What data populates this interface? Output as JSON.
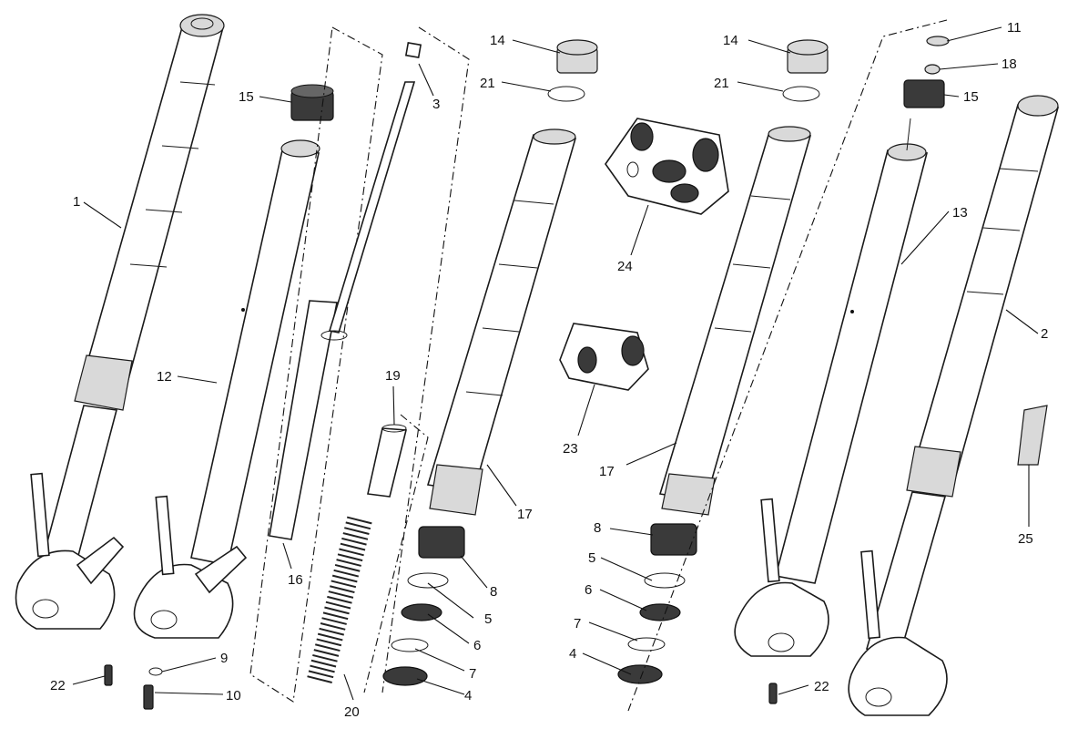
{
  "diagram": {
    "labels": {
      "l1": "1",
      "l2": "2",
      "l3": "3",
      "l4a": "4",
      "l4b": "4",
      "l5a": "5",
      "l5b": "5",
      "l6a": "6",
      "l6b": "6",
      "l7a": "7",
      "l7b": "7",
      "l8a": "8",
      "l8b": "8",
      "l9": "9",
      "l10": "10",
      "l11": "11",
      "l12": "12",
      "l13": "13",
      "l14a": "14",
      "l14b": "14",
      "l15a": "15",
      "l15b": "15",
      "l16": "16",
      "l17a": "17",
      "l17b": "17",
      "l18": "18",
      "l19": "19",
      "l20": "20",
      "l21a": "21",
      "l21b": "21",
      "l22a": "22",
      "l22b": "22",
      "l23": "23",
      "l24": "24",
      "l25": "25"
    }
  }
}
